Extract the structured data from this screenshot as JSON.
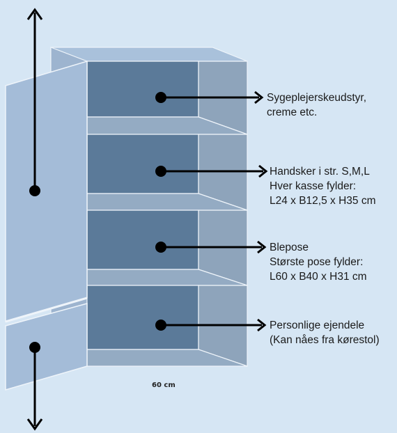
{
  "shelves": [
    {
      "id": "sygeplejerskeudstyr",
      "lines": [
        "Sygeplejerskeudstyr,",
        "creme etc."
      ]
    },
    {
      "id": "handsker",
      "lines": [
        "Handsker i str. S,M,L",
        "Hver kasse fylder:",
        "L24 x B12,5 x H35 cm"
      ]
    },
    {
      "id": "blepose",
      "lines": [
        "Blepose",
        "Største pose fylder:",
        "L60 x B40 x H31 cm"
      ]
    },
    {
      "id": "personlige-ejendele",
      "lines": [
        "Personlige ejendele",
        "(Kan nåes fra kørestol)"
      ]
    }
  ],
  "width_label": "60 cm",
  "colors": {
    "background": "#d6e6f4",
    "door_face": "#a4bcd8",
    "cabinet_top": "#a9c1db",
    "shelf_back": "#5b7a99",
    "side_panel": "#8ea4bb",
    "shelf_board": "#94abc3",
    "outline": "#eef4fa",
    "ink": "#000000"
  },
  "icons": [
    "up-arrow-icon",
    "down-arrow-icon",
    "right-arrow-icon",
    "dot-icon"
  ]
}
